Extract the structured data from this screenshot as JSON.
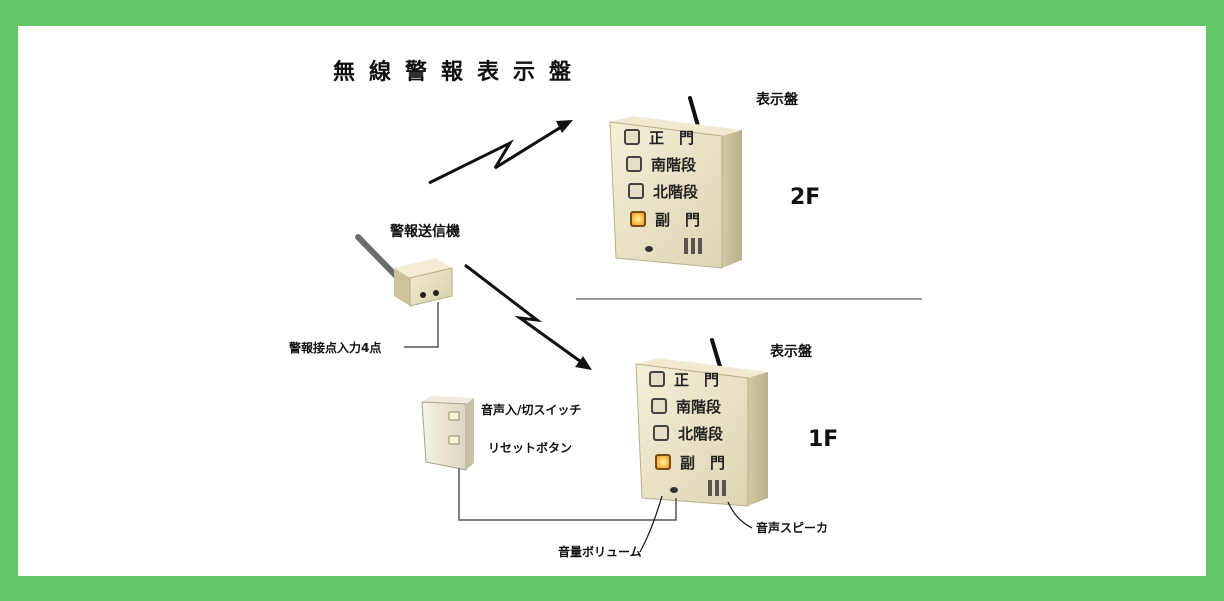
{
  "title": "無線警報表示盤",
  "transmitter": {
    "label": "警報送信機",
    "input_label": "警報接点入力4点"
  },
  "displays": [
    {
      "label": "表示盤",
      "floor": "2F",
      "rows": [
        {
          "text": "正　門",
          "lit": false
        },
        {
          "text": "南階段",
          "lit": false
        },
        {
          "text": "北階段",
          "lit": false
        },
        {
          "text": "副　門",
          "lit": true
        }
      ]
    },
    {
      "label": "表示盤",
      "floor": "1F",
      "rows": [
        {
          "text": "正　門",
          "lit": false
        },
        {
          "text": "南階段",
          "lit": false
        },
        {
          "text": "北階段",
          "lit": false
        },
        {
          "text": "副　門",
          "lit": true
        }
      ]
    }
  ],
  "switch_box": {
    "voice_switch_label": "音声入/切スイッチ",
    "reset_label": "リセットボタン"
  },
  "volume_label": "音量ボリューム",
  "speaker_label": "音声スピーカ",
  "colors": {
    "border": "#62c866",
    "panel": "#ece5c8",
    "lamp_lit": "#ffb732"
  }
}
